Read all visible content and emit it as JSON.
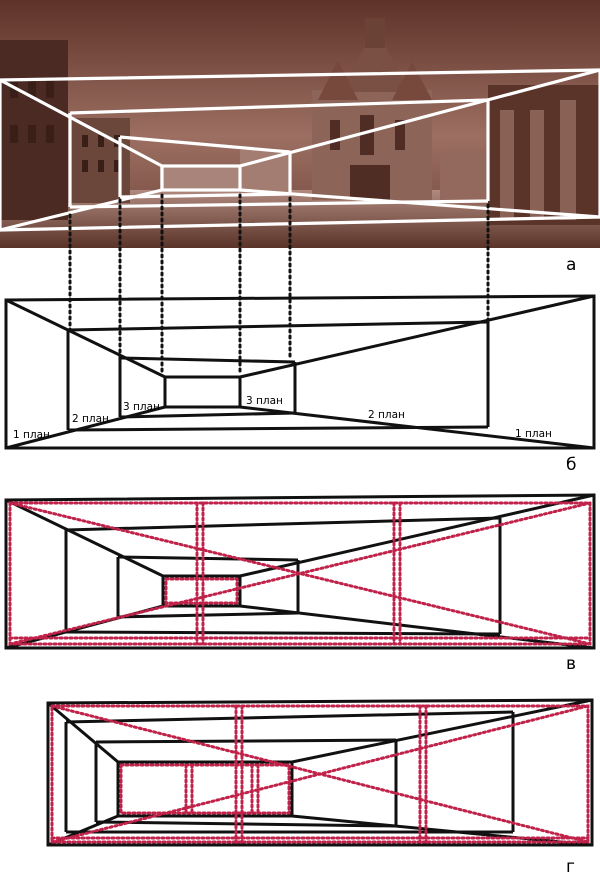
{
  "panels": {
    "a": {
      "letter": "а"
    },
    "b": {
      "letter": "б",
      "labels": {
        "plan1_left": "1 план",
        "plan2_left": "2 план",
        "plan3_left": "3 план",
        "plan3_right": "3 план",
        "plan2_right": "2 план",
        "plan1_right": "1 план"
      }
    },
    "v": {
      "letter": "в"
    },
    "g": {
      "letter": "г"
    }
  },
  "colors": {
    "line": "#111111",
    "guide_dots": "#c0224a",
    "photo_tone": "#7a4a3c",
    "overlay": "#ffffff"
  }
}
